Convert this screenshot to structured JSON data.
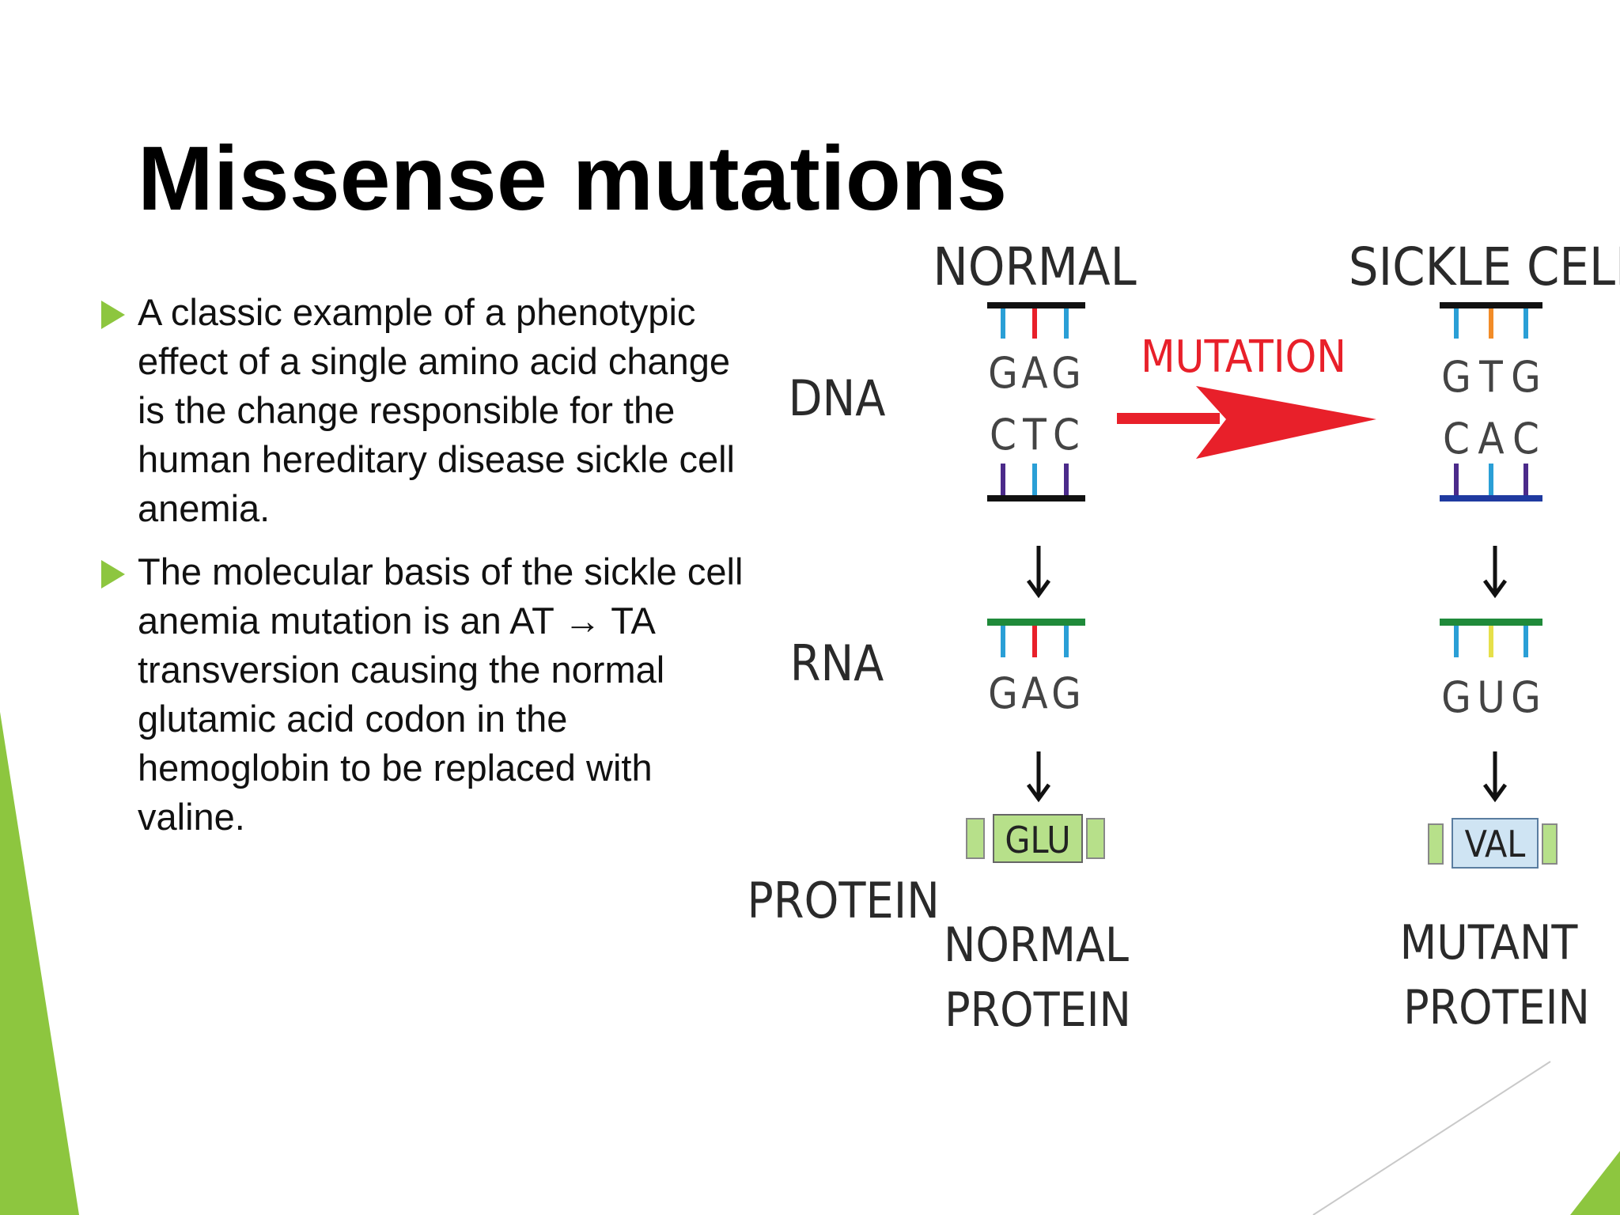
{
  "slide": {
    "title": "Missense mutations",
    "accent_color": "#8dc63f",
    "bullets": [
      "A classic example of a phenotypic effect of a single amino acid change is the change responsible for the human hereditary disease sickle cell anemia.",
      "The molecular basis of the sickle cell anemia mutation is an AT → TA transversion causing the normal glutamic acid codon in the hemoglobin to be replaced with valine."
    ]
  },
  "diagram": {
    "row_labels": {
      "dna": "DNA",
      "rna": "RNA",
      "protein": "PROTEIN"
    },
    "normal": {
      "heading": "NORMAL",
      "dna_top": [
        "G",
        "A",
        "G"
      ],
      "dna_bottom": [
        "C",
        "T",
        "C"
      ],
      "rna": [
        "G",
        "A",
        "G"
      ],
      "protein": "GLU",
      "caption_line1": "NORMAL",
      "caption_line2": "PROTEIN"
    },
    "mutation_label": "MUTATION",
    "sickle": {
      "heading": "SICKLE CELL",
      "dna_top": [
        "G",
        "T",
        "G"
      ],
      "dna_bottom": [
        "C",
        "A",
        "C"
      ],
      "rna": [
        "G",
        "U",
        "G"
      ],
      "protein": "VAL",
      "caption_line1": "MUTANT",
      "caption_line2": "PROTEIN"
    },
    "colors": {
      "mutation_arrow": "#e8202a",
      "mutation_text": "#e8202a",
      "glu_box": "#b7e08a",
      "val_box": "#cfe4f3"
    }
  }
}
